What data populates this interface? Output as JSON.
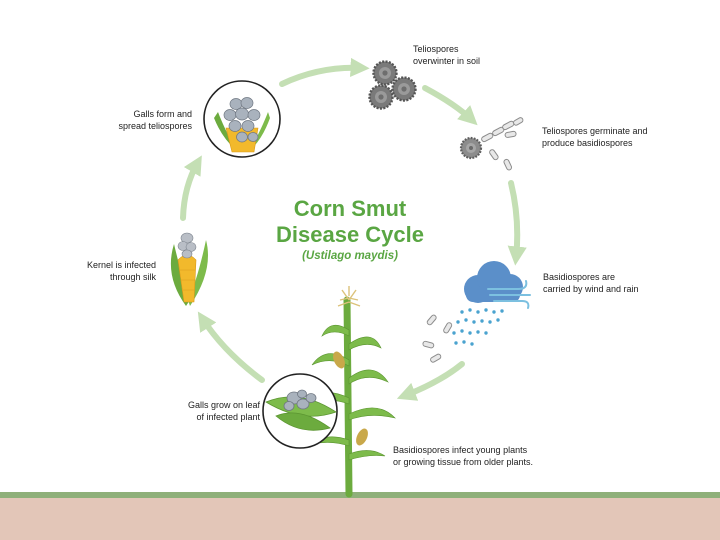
{
  "title": {
    "line1": "Corn Smut",
    "line2": "Disease Cycle",
    "subtitle": "(Ustilago maydis)"
  },
  "stages": {
    "overwinter": {
      "line1": "Teliospores",
      "line2": "overwinter in soil"
    },
    "germinate": {
      "line1": "Teliospores germinate and",
      "line2": "produce basidiospores"
    },
    "wind": {
      "line1": "Basidiospores are",
      "line2": "carried by wind and rain"
    },
    "infect": {
      "line1": "Basidiospores infect young plants",
      "line2": "or growing tissue from older plants."
    },
    "leaf_galls": {
      "line1": "Galls grow on leaf",
      "line2": "of infected plant"
    },
    "kernel": {
      "line1": "Kernel is infected",
      "line2": "through silk"
    },
    "galls_form": {
      "line1": "Galls form and",
      "line2": "spread teliospores"
    }
  },
  "colors": {
    "title_green": "#5aa643",
    "arrow_green": "#c4dfb4",
    "ground_line": "#8fb07a",
    "soil": "#e3c6b8",
    "plant_green": "#6cab3e",
    "spore_gray": "#8a8a8a",
    "cloud_blue": "#5b8fc9",
    "rain_blue": "#4aa3cf",
    "kernel_yellow": "#f2b92c"
  },
  "icons": {
    "teliospores": "spiky-spore-icon",
    "germination": "germinating-spore-icon",
    "weather": "cloud-wind-rain-icon",
    "plant": "corn-plant-icon",
    "leaf": "infected-leaf-icon",
    "ear": "corn-ear-icon",
    "galls": "smut-gall-ear-icon"
  }
}
